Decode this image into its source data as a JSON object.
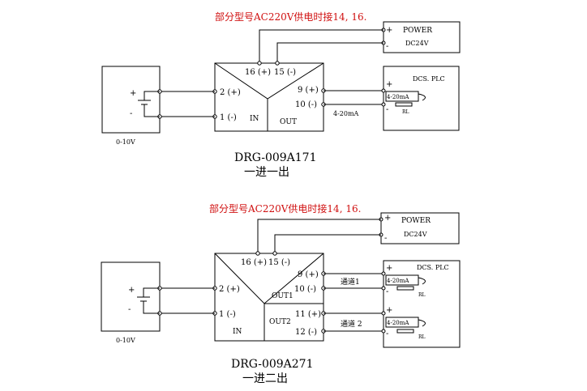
{
  "diagram1": {
    "note": "部分型号AC220V供电时接14, 16.",
    "power_label": "POWER",
    "power_dc": "DC24V",
    "plus": "+",
    "minus": "-",
    "term16": "16 (+)",
    "term15": "15 (-)",
    "term2": "2 (+)",
    "term1": "1 (-)",
    "in_label": "IN",
    "out_label": "OUT",
    "term9": "9 (+)",
    "term10": "10 (-)",
    "current": "4-20mA",
    "plc_label": "DCS. PLC",
    "plc_current": "4-20mA",
    "rl": "RL",
    "src_range": "0-10V",
    "model": "DRG-009A171",
    "desc": "一进一出"
  },
  "diagram2": {
    "note": "部分型号AC220V供电时接14, 16.",
    "power_label": "POWER",
    "power_dc": "DC24V",
    "plus": "+",
    "minus": "-",
    "term16": "16 (+)",
    "term15": "15 (-)",
    "term2": "2 (+)",
    "term1": "1 (-)",
    "in_label": "IN",
    "out1_label": "OUT1",
    "out2_label": "OUT2",
    "term9": "9 (+)",
    "term10": "10 (-)",
    "term11": "11 (+)",
    "term12": "12 (-)",
    "ch1": "通道1",
    "ch2": "通道 2",
    "plc_label": "DCS. PLC",
    "plc_current": "4-20mA",
    "rl": "RL",
    "src_range": "0-10V",
    "model": "DRG-009A271",
    "desc": "一进二出"
  }
}
